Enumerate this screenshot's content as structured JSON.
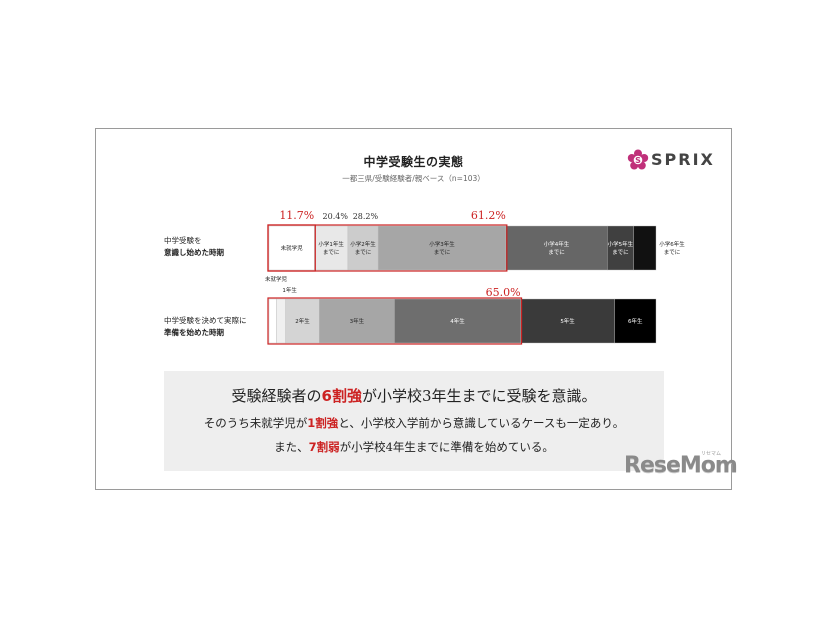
{
  "title": "中学受験生の実態",
  "subtitle": "一都三県/受験経験者/親ベース（n=103）",
  "logo": {
    "text": "SPRIX",
    "color": "#c0307a"
  },
  "chart_data": [
    {
      "type": "bar",
      "stacked": true,
      "orientation": "horizontal",
      "label_lines": [
        "中学受験を",
        "意識し始めた時期"
      ],
      "segments": [
        {
          "name": "未就学児",
          "value": 11.7,
          "color": "#ffffff",
          "text_color": "#222222"
        },
        {
          "name": "小学1年生までに",
          "value": 8.7,
          "color": "#e8e8e8",
          "text_color": "#222222"
        },
        {
          "name": "小学2年生までに",
          "value": 7.8,
          "color": "#cccccc",
          "text_color": "#222222"
        },
        {
          "name": "小学3年生までに",
          "value": 33.0,
          "color": "#a6a6a6",
          "text_color": "#222222"
        },
        {
          "name": "小学4年生までに",
          "value": 26.2,
          "color": "#666666",
          "text_color": "#ffffff"
        },
        {
          "name": "小学5年生までに",
          "value": 6.8,
          "color": "#404040",
          "text_color": "#ffffff"
        },
        {
          "name": "小学6年生までに",
          "value": 5.8,
          "color": "#111111",
          "text_color": "#ffffff"
        }
      ],
      "annotations": [
        {
          "text": "11.7%",
          "at_cumulative": 11.7,
          "red": true
        },
        {
          "text": "20.4%",
          "at_cumulative": 20.4,
          "red": false
        },
        {
          "text": "28.2%",
          "at_cumulative": 28.2,
          "red": false
        },
        {
          "text": "61.2%",
          "at_cumulative": 61.2,
          "red": true
        }
      ],
      "highlight_boxes": [
        [
          0,
          11.7
        ],
        [
          0,
          61.2
        ]
      ]
    },
    {
      "type": "bar",
      "stacked": true,
      "orientation": "horizontal",
      "label_lines": [
        "中学受験を決めて実際に",
        "準備を始めた時期"
      ],
      "segments": [
        {
          "name": "未就学児",
          "value": 1.9,
          "color": "#ffffff",
          "text_color": "#222222"
        },
        {
          "name": "1年生",
          "value": 2.4,
          "color": "#f0f0f0",
          "text_color": "#222222"
        },
        {
          "name": "2年生",
          "value": 8.7,
          "color": "#d4d4d4",
          "text_color": "#222222"
        },
        {
          "name": "3年生",
          "value": 19.4,
          "color": "#a6a6a6",
          "text_color": "#222222"
        },
        {
          "name": "4年生",
          "value": 32.6,
          "color": "#6e6e6e",
          "text_color": "#ffffff"
        },
        {
          "name": "5年生",
          "value": 24.3,
          "color": "#3a3a3a",
          "text_color": "#ffffff"
        },
        {
          "name": "6年生",
          "value": 10.7,
          "color": "#000000",
          "text_color": "#ffffff"
        }
      ],
      "annotations": [
        {
          "text": "65.0%",
          "at_cumulative": 65.0,
          "red": true
        }
      ],
      "highlight_boxes": [
        [
          0,
          65.0
        ]
      ]
    }
  ],
  "summary": {
    "line1": {
      "pre": "受験経験者の",
      "hl": "6割強",
      "post": "が小学校3年生までに受験を意識。"
    },
    "line2": {
      "pre": "そのうち未就学児が",
      "hl": "1割強",
      "post": "と、小学校入学前から意識しているケースも一定あり。"
    },
    "line3": {
      "pre": "また、",
      "hl": "7割弱",
      "post": "が小学校4年生までに準備を始めている。"
    }
  },
  "watermark": {
    "text": "ReseMom",
    "sub": "リセマム"
  }
}
